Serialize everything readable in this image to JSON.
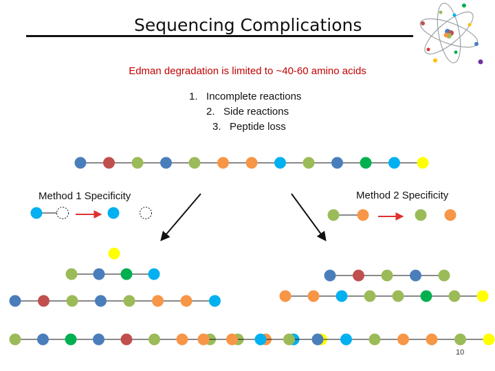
{
  "slide": {
    "title": "Sequencing Complications",
    "subtitle": "Edman degradation is limited to ~40-60 amino acids",
    "list": [
      {
        "number": "1.",
        "text": "Incomplete reactions"
      },
      {
        "number": "2.",
        "text": "Side reactions"
      },
      {
        "number": "3.",
        "text": "Peptide loss"
      }
    ],
    "method1_label": "Method 1 Specificity",
    "method2_label": "Method 2 Specificity",
    "page_number": "10",
    "logo": "atom-logo"
  },
  "colors": {
    "blue": "#4a7ebb",
    "red": "#c0504d",
    "green": "#9bbb59",
    "orange": "#f79646",
    "cyan": "#00b0f0",
    "darkgreen": "#00b050",
    "yellow": "#ffff00",
    "arrow_red": "#e03030"
  },
  "chains": {
    "original": [
      "blue",
      "red",
      "green",
      "blue",
      "green",
      "orange",
      "orange",
      "cyan",
      "green",
      "blue",
      "darkgreen",
      "cyan",
      "yellow"
    ],
    "method1_fragments": [
      [
        "yellow"
      ],
      [
        "green",
        "blue",
        "darkgreen",
        "cyan"
      ],
      [
        "blue",
        "red",
        "green",
        "blue",
        "green",
        "orange",
        "orange",
        "cyan"
      ],
      [
        "green",
        "blue",
        "darkgreen",
        "blue",
        "red",
        "green",
        "orange",
        "green",
        "green",
        "orange",
        "cyan",
        "yellow"
      ]
    ],
    "method2_fragments": [
      [
        "blue",
        "red",
        "green",
        "blue",
        "green"
      ],
      [
        "orange",
        "orange",
        "cyan",
        "green",
        "green",
        "darkgreen",
        "green",
        "yellow"
      ],
      [
        "orange",
        "orange",
        "cyan",
        "green",
        "blue",
        "cyan",
        "green",
        "orange",
        "orange",
        "green",
        "yellow"
      ]
    ]
  }
}
